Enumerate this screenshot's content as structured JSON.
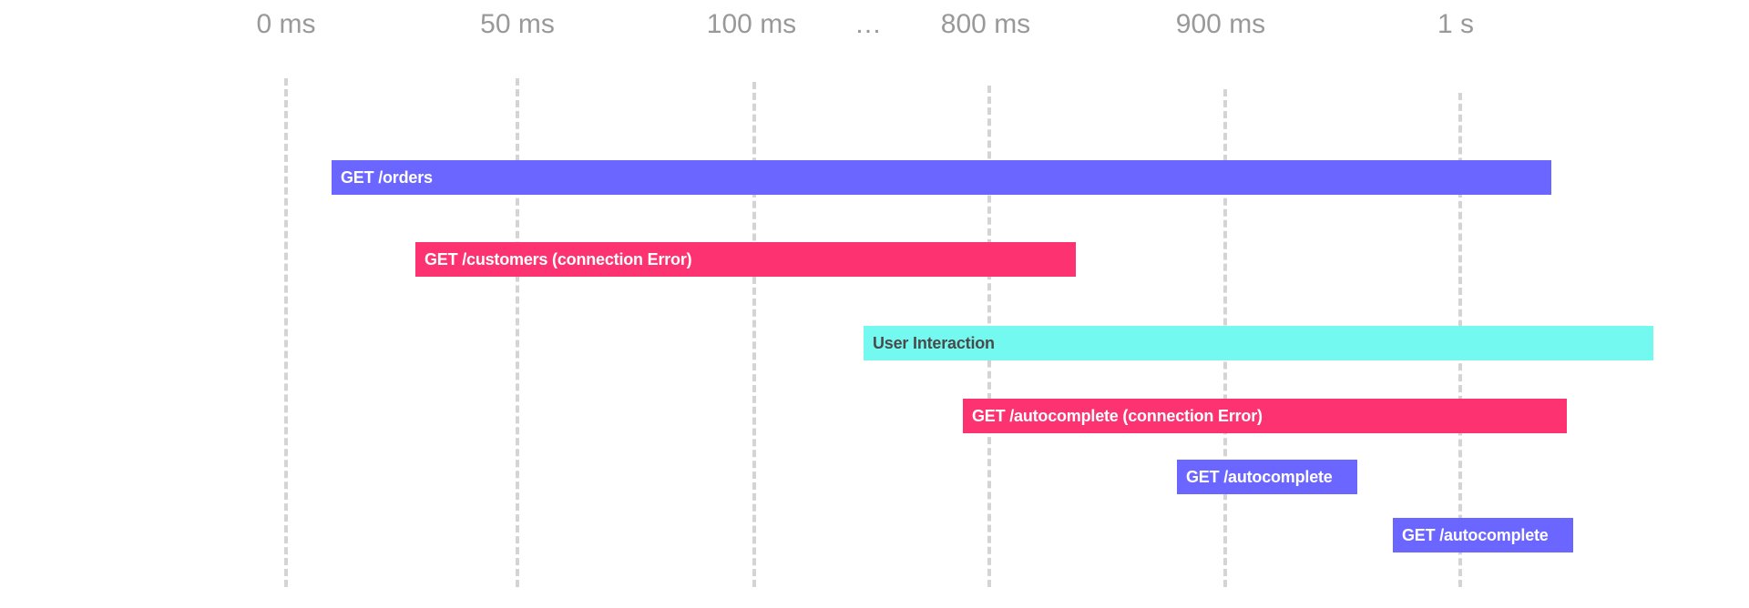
{
  "axis": {
    "ticks": [
      {
        "label": "0 ms"
      },
      {
        "label": "50 ms"
      },
      {
        "label": "100 ms"
      },
      {
        "label": "…"
      },
      {
        "label": "800 ms"
      },
      {
        "label": "900 ms"
      },
      {
        "label": "1 s"
      }
    ]
  },
  "colors": {
    "request": "#6b66ff",
    "error": "#fc3370",
    "interaction": "#74f9f1",
    "gridline": "#d4d4d4",
    "tick_text": "#999999"
  },
  "spans": [
    {
      "label": "GET /orders",
      "kind": "request"
    },
    {
      "label": "GET /customers (connection Error)",
      "kind": "error"
    },
    {
      "label": "User Interaction",
      "kind": "interaction"
    },
    {
      "label": "GET /autocomplete (connection Error)",
      "kind": "error"
    },
    {
      "label": "GET /autocomplete",
      "kind": "request"
    },
    {
      "label": "GET /autocomplete",
      "kind": "request"
    }
  ]
}
